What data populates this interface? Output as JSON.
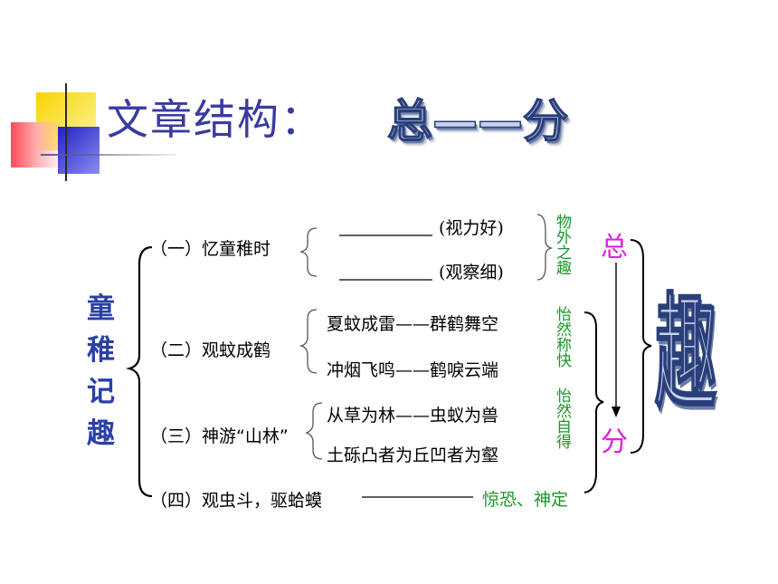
{
  "title": {
    "main": "文章结构：",
    "sub": "总——分"
  },
  "left_title": "童稚记趣",
  "items": [
    {
      "label": "（一）忆童稚时",
      "subs": [
        "(视力好)",
        "(观察细)"
      ],
      "note": "物外之趣"
    },
    {
      "label": "（二）观蚊成鹤",
      "subs": [
        "夏蚊成雷——群鹤舞空",
        "冲烟飞鸣——鹤唳云端"
      ],
      "note": "怡然称快"
    },
    {
      "label": "（三）神游“山林”",
      "subs": [
        "从草为林——虫蚁为兽",
        "土砾凸者为丘凹者为壑"
      ],
      "note": "怡然自得"
    },
    {
      "label": "（四）观虫斗，驱蛤蟆",
      "result": "惊恐、神定"
    }
  ],
  "zong": "总",
  "fen": "分",
  "qu": "趣",
  "colors": {
    "title": "#3a3aa0",
    "green": "#19962b",
    "magenta": "#e020e0",
    "blue": "#2b3fa6"
  }
}
